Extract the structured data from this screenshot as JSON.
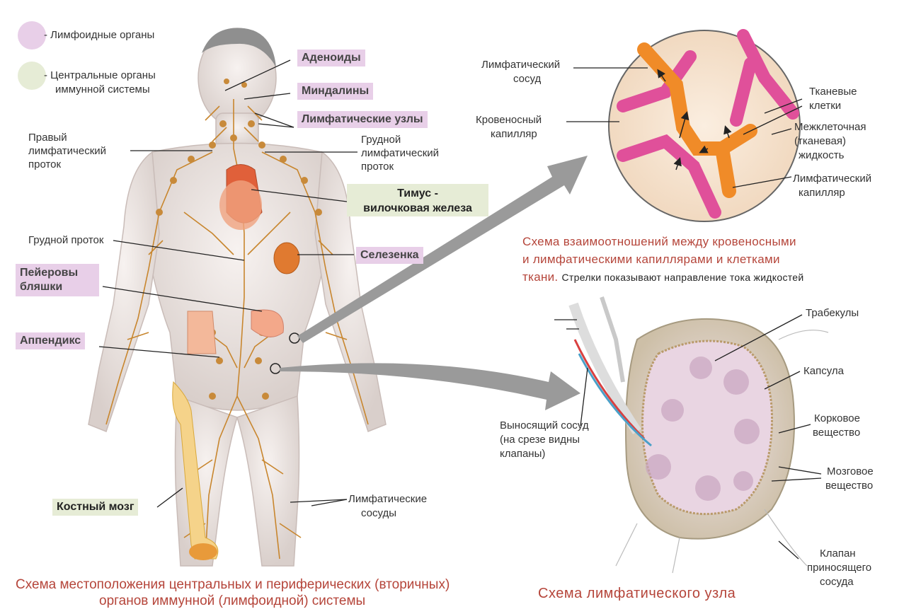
{
  "legend": {
    "lymphoid": "- Лимфоидные органы",
    "central_1": "- Центральные органы",
    "central_2": "иммунной системы"
  },
  "body_labels": {
    "adenoids": "Аденоиды",
    "tonsils": "Миндалины",
    "lymph_nodes": "Лимфатические узлы",
    "right_duct_1": "Правый",
    "right_duct_2": "лимфатический",
    "right_duct_3": "проток",
    "thoracic_lymph_1": "Грудной",
    "thoracic_lymph_2": "лимфатический",
    "thoracic_lymph_3": "проток",
    "thymus_1": "Тимус -",
    "thymus_2": "вилочковая железа",
    "thoracic_duct": "Грудной проток",
    "spleen": "Селезенка",
    "peyer_1": "Пейеровы",
    "peyer_2": "бляшки",
    "appendix": "Аппендикс",
    "bone_marrow": "Костный мозг",
    "lymph_vessels_1": "Лимфатические",
    "lymph_vessels_2": "сосуды"
  },
  "caption_left": {
    "line1": "Схема местоположения центральных и периферических (вторичных)",
    "line2": "органов  иммунной (лимфоидной) системы"
  },
  "capillary_diagram": {
    "lymph_vessel_1": "Лимфатический",
    "lymph_vessel_2": "сосуд",
    "blood_cap_1": "Кровеносный",
    "blood_cap_2": "капилляр",
    "tissue_cells_1": "Тканевые",
    "tissue_cells_2": "клетки",
    "interstitial_1": "Межклеточная",
    "interstitial_2": "(тканевая)",
    "interstitial_3": "жидкость",
    "lymph_cap_1": "Лимфатический",
    "lymph_cap_2": "капилляр"
  },
  "caption_right_top": {
    "line1": "Схема взаимоотношений между кровеносными",
    "line2": "и  лимфатическими  капиллярами  и  клетками",
    "line3": "ткани.",
    "line3_note": "Стрелки показывают направление тока жидкостей"
  },
  "node_diagram": {
    "trabeculae": "Трабекулы",
    "capsule": "Капсула",
    "cortex_1": "Корковое",
    "cortex_2": "вещество",
    "medulla_1": "Мозговое",
    "medulla_2": "вещество",
    "efferent_1": "Выносящий сосуд",
    "efferent_2": "(на срезе видны",
    "efferent_3": "клапаны)",
    "valve_1": "Клапан",
    "valve_2": "приносящего",
    "valve_3": "сосуда"
  },
  "caption_right_bottom": "Схема  лимфатического  узла",
  "colors": {
    "lymphoid_pink": "#e8cfe8",
    "central_green": "#e6ecd6",
    "caption_red": "#b5453a",
    "lymph_orange": "#e08a1e",
    "vessel_pink": "#e0509a"
  }
}
